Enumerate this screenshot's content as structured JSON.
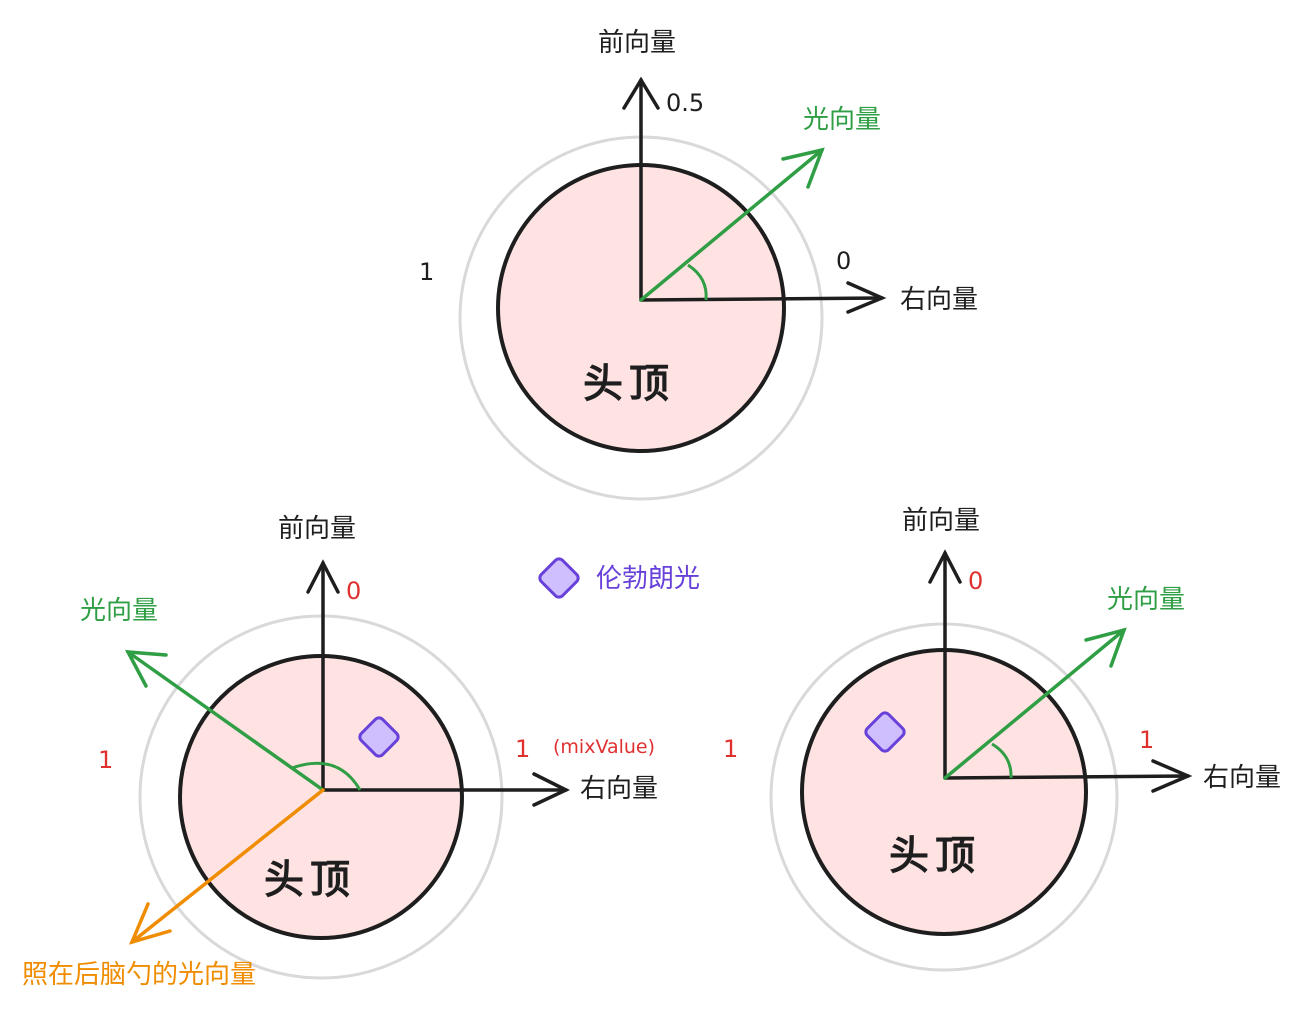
{
  "colors": {
    "head_fill": "#ffe3e3",
    "outline": "#1e1e1e",
    "outer_ring": "#d9d9d9",
    "light_vector": "#2f9e44",
    "back_light": "#f08c00",
    "rim_marker": "#6741d9",
    "rim_marker_fill": "#d0bfff",
    "mask_value": "#e03131"
  },
  "legend": {
    "icon": "diamond-icon",
    "label": "伦勃朗光"
  },
  "diagrams": [
    {
      "head_label": "头顶",
      "forward_label": "前向量",
      "right_label": "右向量",
      "light_label": "光向量",
      "forward_value": "0.5",
      "right_value": "0",
      "left_value": "1"
    },
    {
      "head_label": "头顶",
      "forward_label": "前向量",
      "right_label": "右向量",
      "light_label": "光向量",
      "back_light_label": "照在后脑勺的光向量",
      "forward_value": "0",
      "right_value": "1",
      "right_value_note": "(mixValue)",
      "left_value": "1"
    },
    {
      "head_label": "头顶",
      "forward_label": "前向量",
      "right_label": "右向量",
      "light_label": "光向量",
      "forward_value": "0",
      "right_value": "1",
      "left_value": "1"
    }
  ]
}
